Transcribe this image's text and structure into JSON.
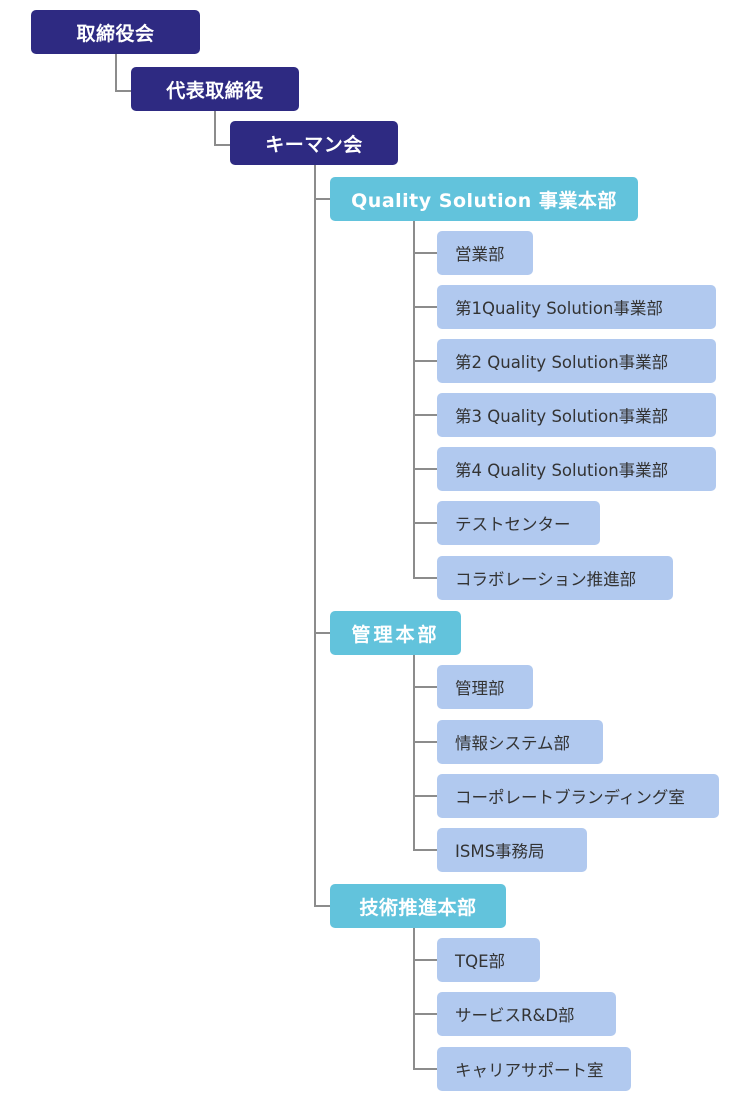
{
  "org": {
    "board": "取締役会",
    "president": "代表取締役",
    "keyman": "キーマン会",
    "divisions": [
      {
        "name": "Quality Solution 事業本部",
        "departments": [
          "営業部",
          "第1Quality Solution事業部",
          "第2 Quality Solution事業部",
          "第3 Quality Solution事業部",
          "第4 Quality Solution事業部",
          "テストセンター",
          "コラボレーション推進部"
        ]
      },
      {
        "name": "管理本部",
        "departments": [
          "管理部",
          "情報システム部",
          "コーポレートブランディング室",
          "ISMS事務局"
        ]
      },
      {
        "name": "技術推進本部",
        "departments": [
          "TQE部",
          "サービスR&D部",
          "キャリアサポート室"
        ]
      }
    ]
  },
  "colors": {
    "top": "#2e2a82",
    "division": "#62c3dc",
    "department": "#b1c9ef",
    "connector": "#8c8c8c"
  }
}
